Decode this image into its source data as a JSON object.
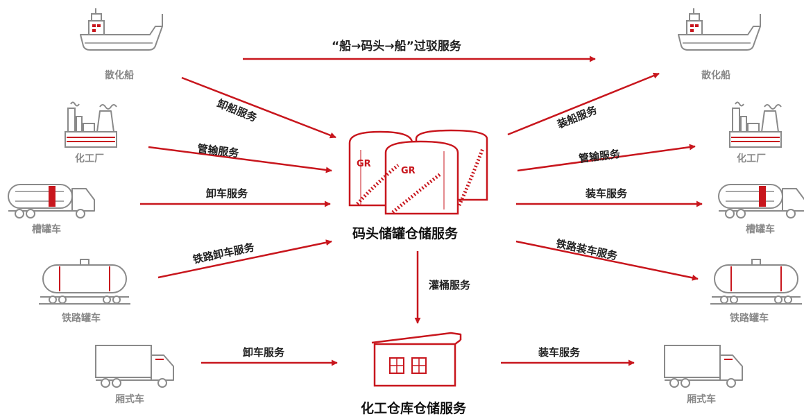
{
  "colors": {
    "accent": "#c8161d",
    "icon_gray": "#8a8a8a",
    "text_dark": "#222222"
  },
  "top_service": "“船→码头→船”过驳服务",
  "center": {
    "terminal_label": "码头储罐仓储服务",
    "warehouse_label": "化工仓库仓储服务",
    "tank_logo": "GR",
    "drum_service": "灌桶服务"
  },
  "left": {
    "sources": [
      {
        "label": "散化船",
        "icon": "ship-icon",
        "service": "卸船服务"
      },
      {
        "label": "化工厂",
        "icon": "factory-icon",
        "service": "管输服务"
      },
      {
        "label": "槽罐车",
        "icon": "tank-truck-icon",
        "service": "卸车服务"
      },
      {
        "label": "铁路罐车",
        "icon": "rail-tank-car-icon",
        "service": "铁路卸车服务"
      },
      {
        "label": "厢式车",
        "icon": "box-truck-icon",
        "service": "卸车服务"
      }
    ]
  },
  "right": {
    "targets": [
      {
        "label": "散化船",
        "icon": "ship-icon",
        "service": "装船服务"
      },
      {
        "label": "化工厂",
        "icon": "factory-icon",
        "service": "管输服务"
      },
      {
        "label": "槽罐车",
        "icon": "tank-truck-icon",
        "service": "装车服务"
      },
      {
        "label": "铁路罐车",
        "icon": "rail-tank-car-icon",
        "service": "铁路装车服务"
      },
      {
        "label": "厢式车",
        "icon": "box-truck-icon",
        "service": "装车服务"
      }
    ]
  }
}
